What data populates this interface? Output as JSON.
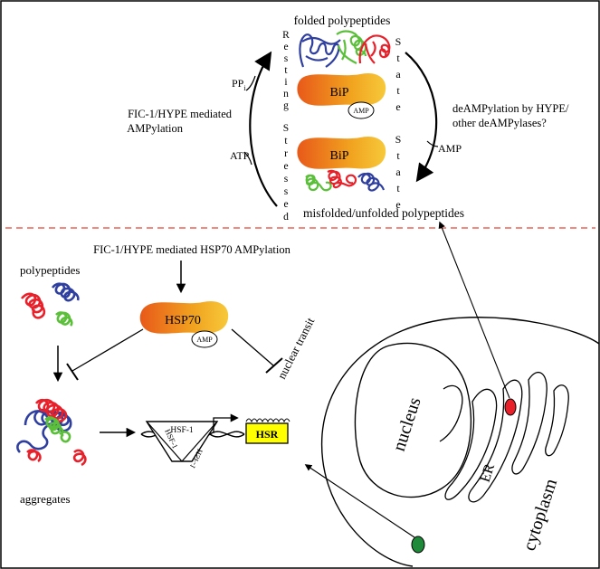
{
  "er_cycle": {
    "folded_title": "folded polypeptides",
    "misfolded_title": "misfolded/unfolded polypeptides",
    "resting_label": "Resting",
    "stressed_label": "Stressed",
    "state_label_top": "State",
    "state_label_bottom": "State",
    "bip_label_top": "BiP",
    "bip_label_bottom": "BiP",
    "amp_badge": "AMP",
    "pp_label": "PP",
    "pp_subscript": "i",
    "atp_label": "ATP",
    "ampylation_line1": "FIC-1/HYPE mediated",
    "ampylation_line2": "AMPylation",
    "deampylation_line1": "deAMPylation by HYPE/",
    "deampylation_line2": "other deAMPylases?",
    "amp_release": "AMP"
  },
  "cytosol": {
    "hsp70_ampylation": "FIC-1/HYPE mediated HSP70 AMPylation",
    "polypeptides_label": "polypeptides",
    "aggregates_label": "aggregates",
    "hsp70_label": "HSP70",
    "hsp70_amp_badge": "AMP",
    "nuclear_transit": "nuclear transit",
    "hsf1_label": "HSF-1",
    "hsf1_left": "HSF-1",
    "hsf1_right": "HSF-1",
    "hsr_label": "HSR"
  },
  "cell": {
    "nucleus_label": "nucleus",
    "er_label": "ER",
    "cytoplasm_label": "cytoplasm"
  },
  "colors": {
    "red": "#e8202a",
    "blue": "#2f3f9f",
    "green": "#5bbf3a",
    "divider": "#f08a80",
    "hsr_box": "#ffff00",
    "nucleus_text": "#3a44b0",
    "er_text": "#e0262c",
    "cytoplasm_text": "#4fb23c",
    "er_dot": "#e8202a",
    "cyto_dot": "#1f8a3a"
  }
}
